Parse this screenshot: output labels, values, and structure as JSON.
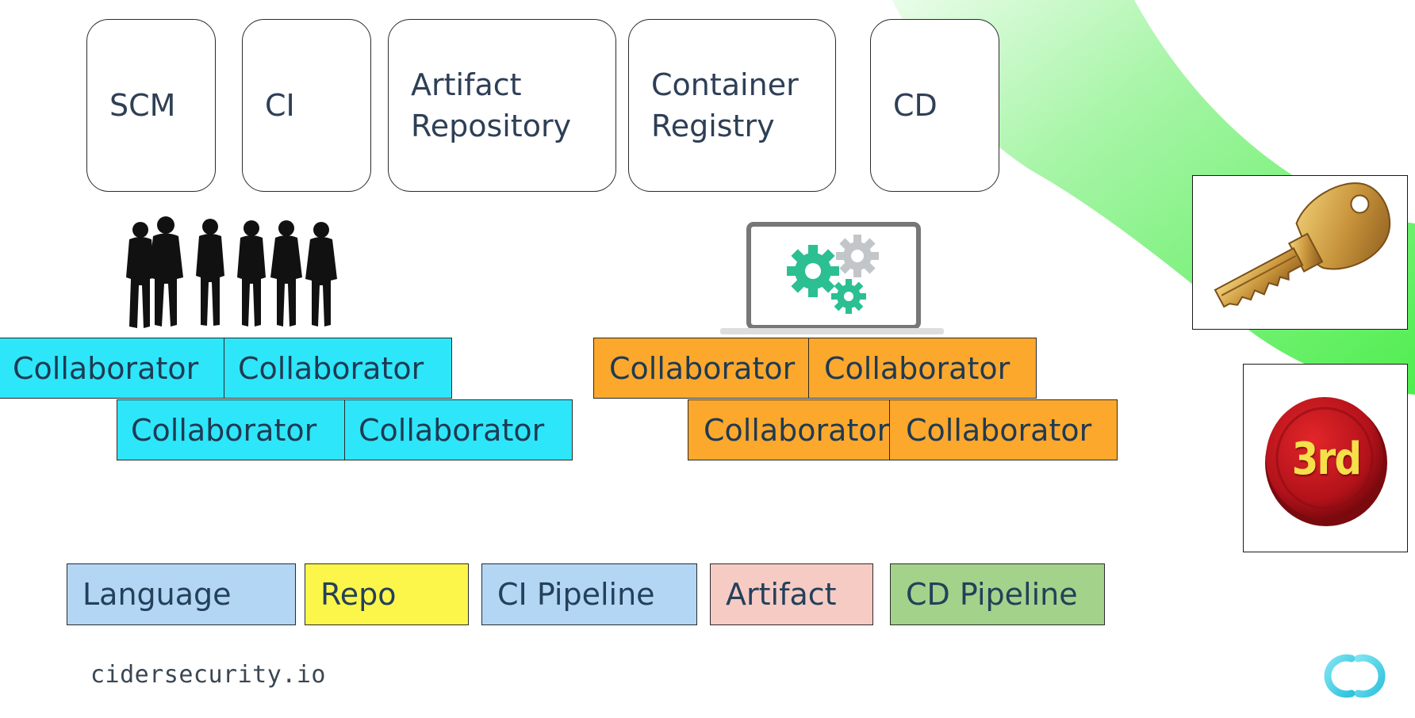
{
  "stages": [
    {
      "label": "SCM"
    },
    {
      "label": "CI"
    },
    {
      "label": "Artifact\nRepository"
    },
    {
      "label": "Container\nRegistry"
    },
    {
      "label": "CD"
    }
  ],
  "human_collaborators": [
    "Collaborator",
    "Collaborator",
    "Collaborator",
    "Collaborator"
  ],
  "machine_collaborators": [
    "Collaborator",
    "Collaborator",
    "Collaborator",
    "Collaborator"
  ],
  "legend": [
    {
      "label": "Language",
      "color": "#b3d6f5"
    },
    {
      "label": "Repo",
      "color": "#fdf64a"
    },
    {
      "label": "CI Pipeline",
      "color": "#b3d6f5"
    },
    {
      "label": "Artifact",
      "color": "#f6cbc4"
    },
    {
      "label": "CD Pipeline",
      "color": "#a3d28a"
    }
  ],
  "third_party_badge": "3rd",
  "footer": {
    "domain": "cidersecurity.io"
  },
  "colors": {
    "human_collaborator": "#2ee6f9",
    "machine_collaborator": "#fca82c",
    "swoosh": "#5eef5e",
    "gear_teal": "#2bbf92",
    "gear_grey": "#c3c6c9"
  },
  "icons": {
    "people": "people-silhouettes-icon",
    "laptop": "laptop-gears-icon",
    "key": "key-icon",
    "badge": "third-party-badge-icon",
    "logo": "cider-logo-icon"
  }
}
